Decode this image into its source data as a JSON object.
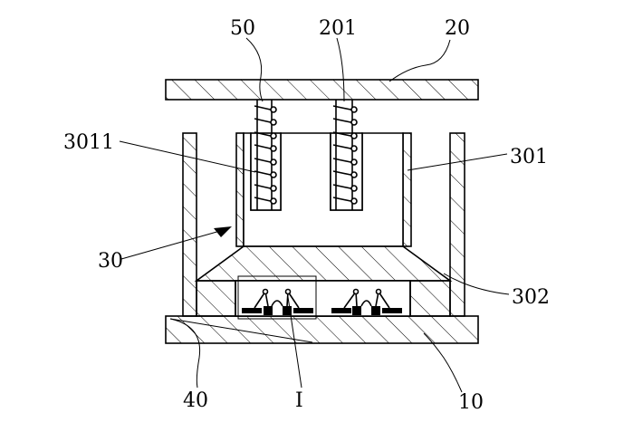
{
  "labels": {
    "l50": "50",
    "l201": "201",
    "l20": "20",
    "l3011": "3011",
    "l301": "301",
    "l30": "30",
    "l302": "302",
    "l40": "40",
    "lI": "I",
    "l10": "10"
  }
}
